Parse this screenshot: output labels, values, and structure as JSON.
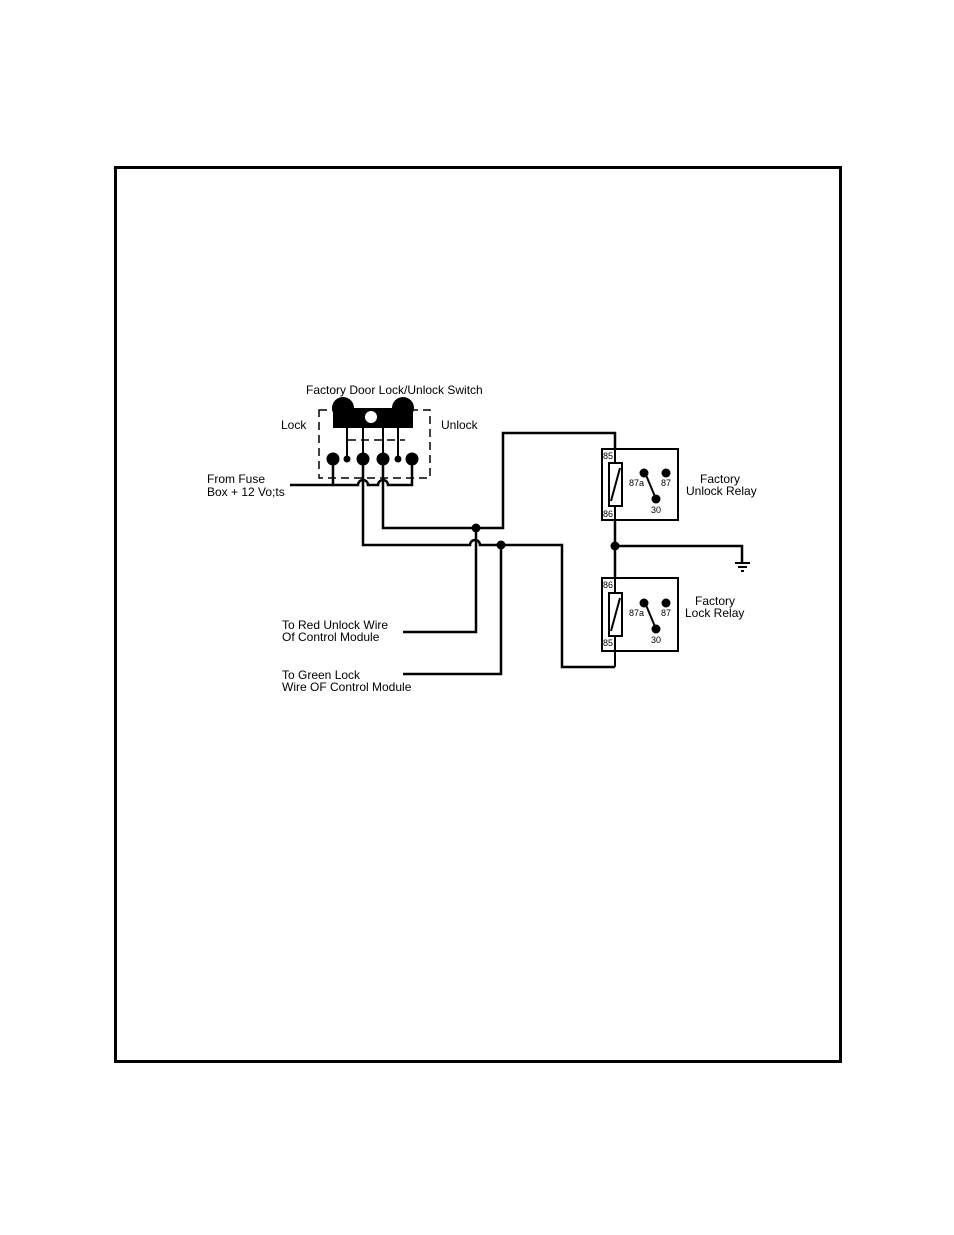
{
  "switch": {
    "title": "Factory Door Lock/Unlock Switch",
    "lock_label": "Lock",
    "unlock_label": "Unlock"
  },
  "fuse": {
    "line1": "From Fuse",
    "line2": "Box + 12 Vo;ts"
  },
  "unlock_relay": {
    "line1": "Factory",
    "line2": "Unlock Relay",
    "pin_85": "85",
    "pin_86": "86",
    "pin_87a": "87a",
    "pin_87": "87",
    "pin_30": "30"
  },
  "lock_relay": {
    "line1": "Factory",
    "line2": "Lock Relay",
    "pin_86": "86",
    "pin_85": "85",
    "pin_87a": "87a",
    "pin_87": "87",
    "pin_30": "30"
  },
  "red_wire": {
    "line1": "To Red Unlock Wire",
    "line2": "Of Control Module"
  },
  "green_wire": {
    "line1": "To Green Lock",
    "line2": "Wire OF Control Module"
  }
}
